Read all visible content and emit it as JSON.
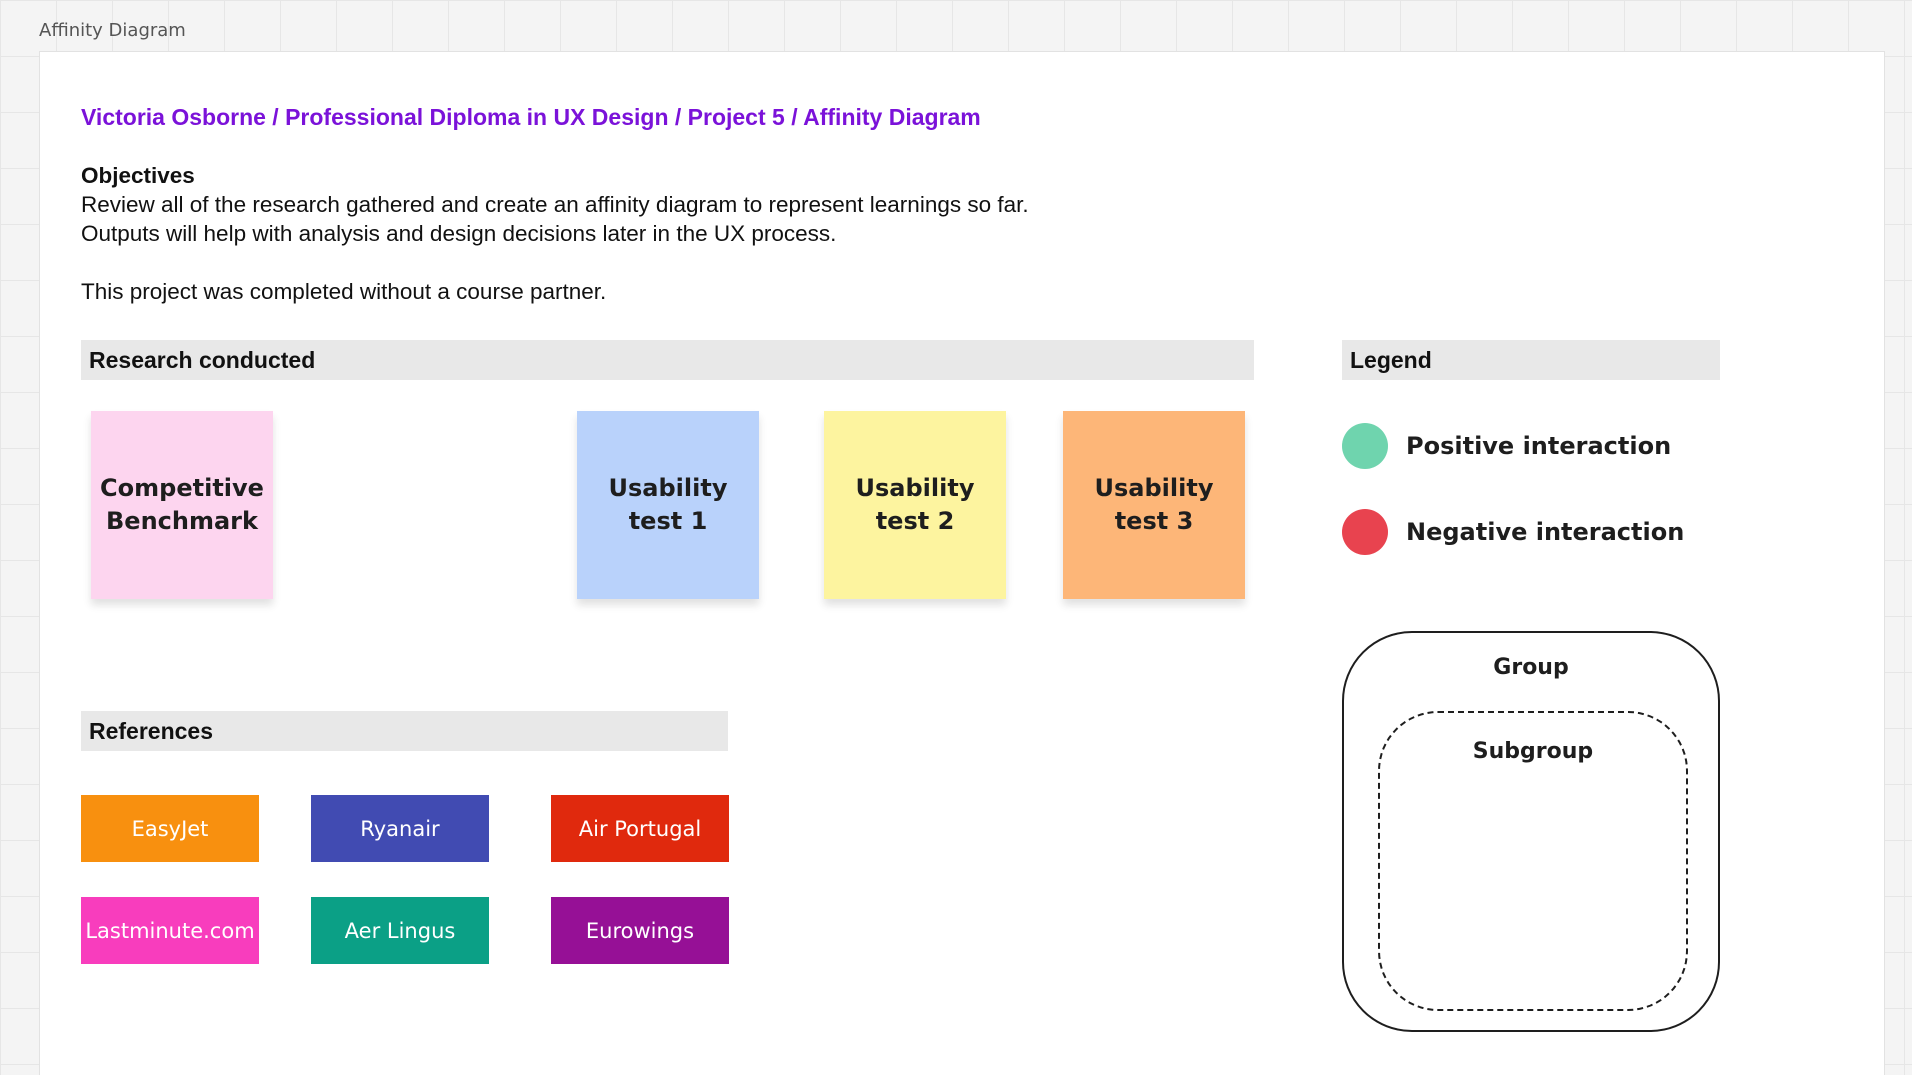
{
  "frame": {
    "label": "Affinity Diagram"
  },
  "breadcrumb": "Victoria Osborne / Professional Diploma in UX Design / Project 5 / Affinity Diagram",
  "objectives": {
    "heading": "Objectives",
    "line1": "Review all of the research gathered and create an affinity diagram to represent learnings so far.",
    "line2": "Outputs will help with analysis and design decisions later in the UX process.",
    "note": "This project was completed without a course partner."
  },
  "research": {
    "header": "Research conducted",
    "notes": [
      {
        "label": "Competitive\nBenchmark",
        "color": "#fdd5ef"
      },
      {
        "label": "Usability\ntest 1",
        "color": "#b9d2fb"
      },
      {
        "label": "Usability\ntest 2",
        "color": "#fdf49f"
      },
      {
        "label": "Usability\ntest 3",
        "color": "#fdb678"
      }
    ]
  },
  "references": {
    "header": "References",
    "items": [
      {
        "label": "EasyJet",
        "color": "#f8900f"
      },
      {
        "label": "Ryanair",
        "color": "#414bb2"
      },
      {
        "label": "Air Portugal",
        "color": "#e0290d"
      },
      {
        "label": "Lastminute.com",
        "color": "#f83dbd"
      },
      {
        "label": "Aer Lingus",
        "color": "#0ba086"
      },
      {
        "label": "Eurowings",
        "color": "#961096"
      }
    ]
  },
  "legend": {
    "header": "Legend",
    "positive": {
      "label": "Positive interaction",
      "color": "#6fd4ae"
    },
    "negative": {
      "label": "Negative interaction",
      "color": "#e8434f"
    },
    "group_label": "Group",
    "subgroup_label": "Subgroup"
  }
}
